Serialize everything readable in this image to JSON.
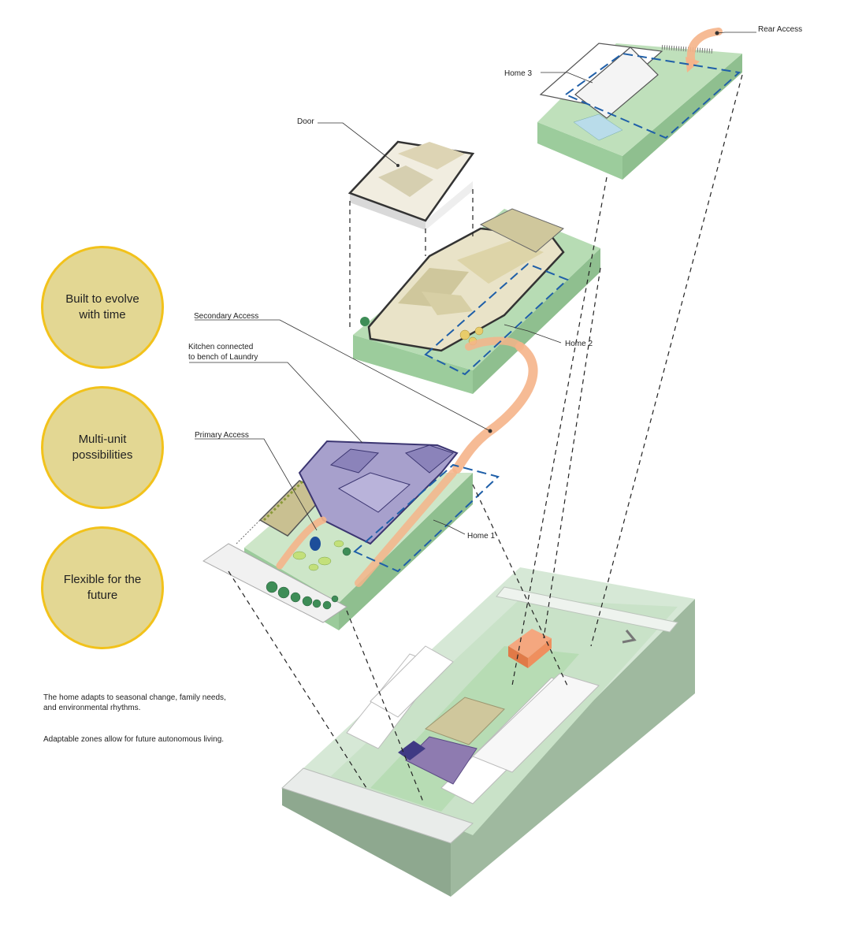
{
  "labels": {
    "rear_access": "Rear Access",
    "home3": "Home 3",
    "door": "Door",
    "secondary_access": "Secondary Access",
    "kitchen_line1": "Kitchen connected",
    "kitchen_line2": "to bench of Laundry",
    "home2": "Home 2",
    "primary_access": "Primary Access",
    "home1": "Home 1"
  },
  "principles": [
    {
      "text": "Built to evolve\nwith time"
    },
    {
      "text": "Multi-unit\npossibilities"
    },
    {
      "text": "Flexible for the\nfuture"
    }
  ],
  "notes": [
    "The home adapts to seasonal change, family needs, and environmental rhythms.",
    "Adaptable zones allow for future autonomous living."
  ],
  "colors": {
    "circle_fill": "#e3d793",
    "circle_border": "#f2c21b",
    "lawn": "#a9d5a9",
    "home1_purple": "#a7a0cc",
    "home2_tan": "#cfc79c",
    "access_path": "#f5b48a",
    "dashed_outline": "#1f5fa8",
    "studio_orange": "#ee8a5a"
  }
}
